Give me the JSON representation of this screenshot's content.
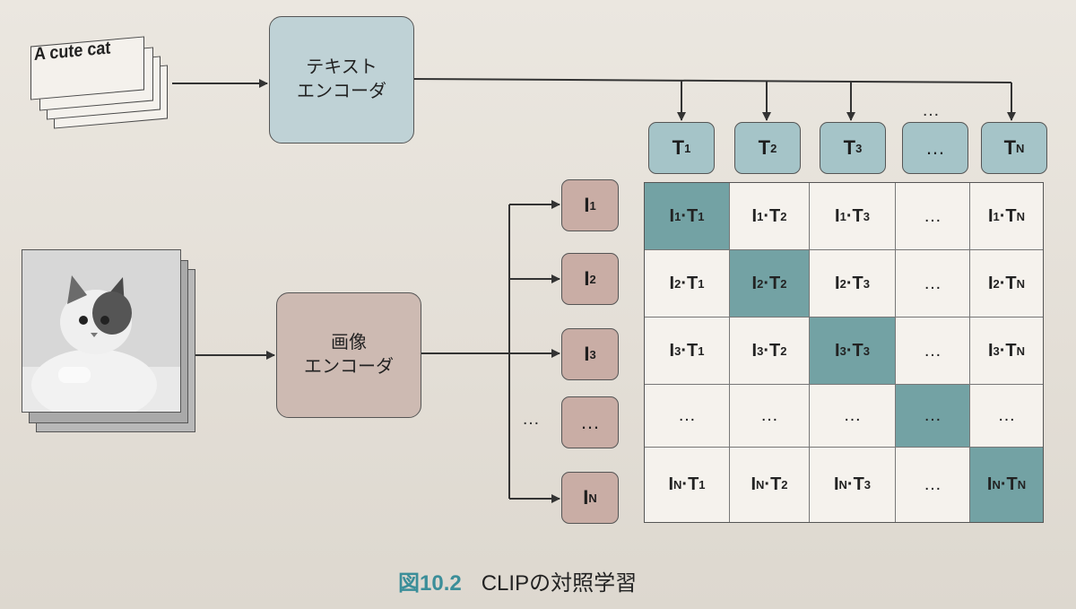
{
  "text_input": {
    "label": "A cute cat"
  },
  "encoders": {
    "text": "テキスト\nエンコーダ",
    "image": "画像\nエンコーダ"
  },
  "text_embeddings": [
    {
      "base": "T",
      "sub": "1"
    },
    {
      "base": "T",
      "sub": "2"
    },
    {
      "base": "T",
      "sub": "3"
    },
    {
      "base": "…",
      "sub": ""
    },
    {
      "base": "T",
      "sub": "N"
    }
  ],
  "image_embeddings": [
    {
      "base": "I",
      "sub": "1"
    },
    {
      "base": "I",
      "sub": "2"
    },
    {
      "base": "I",
      "sub": "3"
    },
    {
      "base": "…",
      "sub": ""
    },
    {
      "base": "I",
      "sub": "N"
    }
  ],
  "ellipsis_labels": {
    "above_t": "…",
    "left_i": "…"
  },
  "matrix": {
    "rows": [
      [
        "I1·T1",
        "I1·T2",
        "I1·T3",
        "…",
        "I1·TN"
      ],
      [
        "I2·T1",
        "I2·T2",
        "I2·T3",
        "…",
        "I2·TN"
      ],
      [
        "I3·T1",
        "I3·T2",
        "I3·T3",
        "…",
        "I3·TN"
      ],
      [
        "…",
        "…",
        "…",
        "…",
        "…"
      ],
      [
        "IN·T1",
        "IN·T2",
        "IN·T3",
        "…",
        "IN·TN"
      ]
    ],
    "highlight_color": "#73a2a4"
  },
  "caption": {
    "number": "図10.2",
    "title": "CLIPの対照学習"
  },
  "colors": {
    "text_encoder": "#bfd2d6",
    "image_encoder": "#cdbab2",
    "text_embedding": "#a5c4c8",
    "image_embedding": "#c9ada5",
    "caption_accent": "#3b8e99"
  }
}
